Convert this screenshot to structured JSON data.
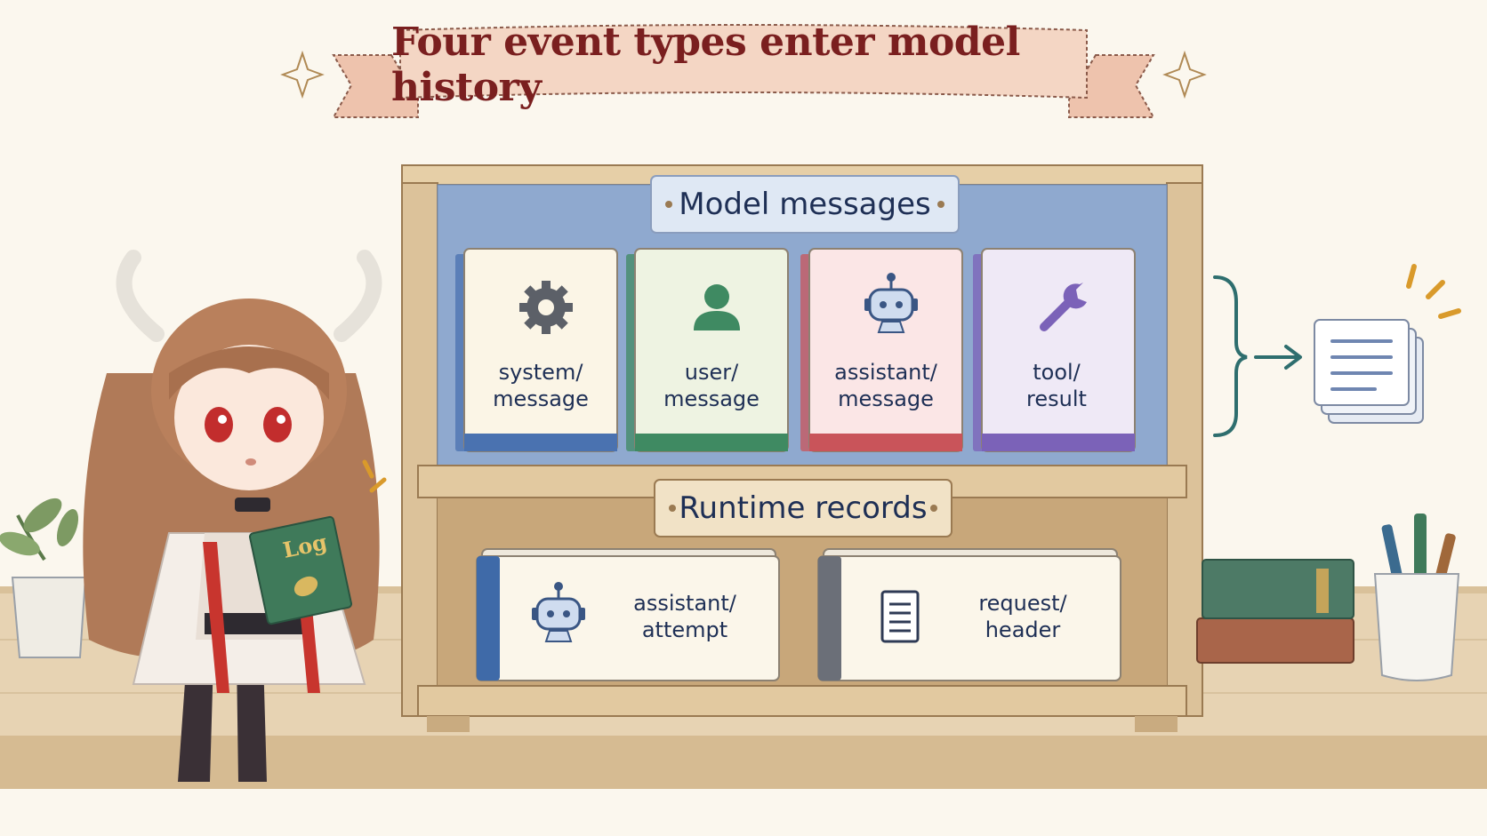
{
  "title": "Four event types enter model history",
  "sections": {
    "model_messages": {
      "heading": "Model messages",
      "books": [
        {
          "line1": "system/",
          "line2": "message",
          "icon": "gear-icon",
          "accent": "#4a72b0",
          "cover": "#fbf5e6"
        },
        {
          "line1": "user/",
          "line2": "message",
          "icon": "user-icon",
          "accent": "#3f8a62",
          "cover": "#eef3e2"
        },
        {
          "line1": "assistant/",
          "line2": "message",
          "icon": "robot-icon",
          "accent": "#c9545a",
          "cover": "#fbe6e6"
        },
        {
          "line1": "tool/",
          "line2": "result",
          "icon": "wrench-icon",
          "accent": "#7b62b8",
          "cover": "#efe9f6"
        }
      ]
    },
    "runtime_records": {
      "heading": "Runtime records",
      "books": [
        {
          "line1": "assistant/",
          "line2": "attempt",
          "icon": "robot-icon",
          "accent": "#3f6aa8"
        },
        {
          "line1": "request/",
          "line2": "header",
          "icon": "document-icon",
          "accent": "#6b6f78"
        }
      ]
    }
  },
  "output": {
    "icon": "stacked-documents-icon",
    "arrow_color": "#2e6e6e"
  },
  "mascot": {
    "book_label": "Log"
  },
  "colors": {
    "banner": "#f4d6c4",
    "banner_text": "#7a1f1f",
    "shelf_wood": "#dcc29a",
    "shelf_back_blue": "#8fa9cf"
  }
}
